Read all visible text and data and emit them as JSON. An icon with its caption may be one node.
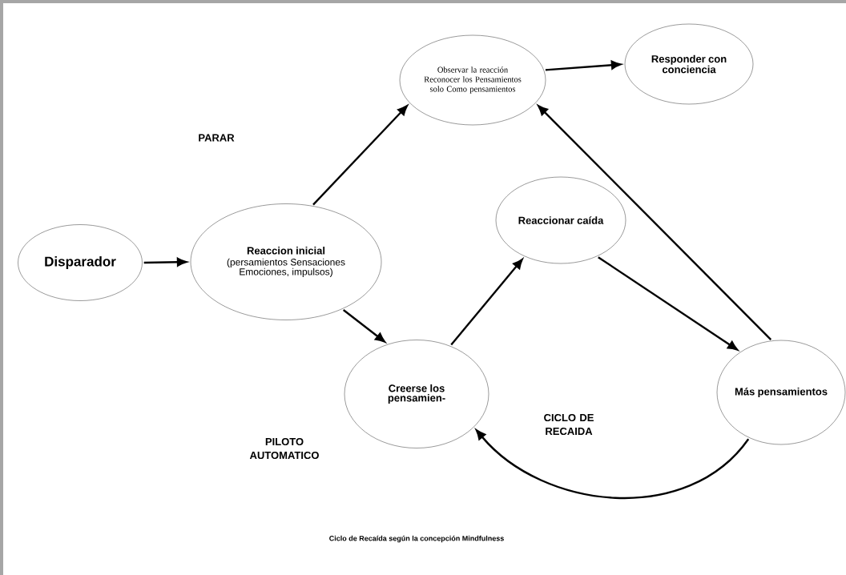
{
  "diagram": {
    "caption": "Ciclo de Recaída  según  la concepción Mindfulness",
    "nodes": [
      {
        "text": [
          "Disparador"
        ]
      },
      {
        "text": [
          "Reaccion inicial",
          "(persamientos Sensaciones Emociones, impulsos)"
        ]
      },
      {
        "text": [
          "Observar la reacción Reconocer los Pensamientos solo Como pensamientos"
        ]
      },
      {
        "text": [
          "Responder con conciencia"
        ]
      },
      {
        "text": [
          "Reaccionar caída"
        ]
      },
      {
        "text": [
          "Creerse los pensamien-"
        ]
      },
      {
        "text": [
          "Más pensamientos"
        ]
      }
    ],
    "edges": [
      {
        "from": 0,
        "to": 1,
        "arrow": "to"
      },
      {
        "from": 1,
        "to": 2,
        "arrow": "to"
      },
      {
        "from": 2,
        "to": 3,
        "arrow": "to"
      },
      {
        "from": 6,
        "to": 2,
        "arrow": "to"
      },
      {
        "from": 1,
        "to": 5,
        "arrow": "to"
      },
      {
        "from": 5,
        "to": 4,
        "arrow": "to"
      },
      {
        "from": 4,
        "to": 6,
        "arrow": "to"
      },
      {
        "from": 6,
        "to": 5,
        "arrow": "to"
      }
    ],
    "labels": [
      "PARAR",
      "PILOTO AUTOMATICO",
      "CICLO DE RECAIDA"
    ]
  }
}
